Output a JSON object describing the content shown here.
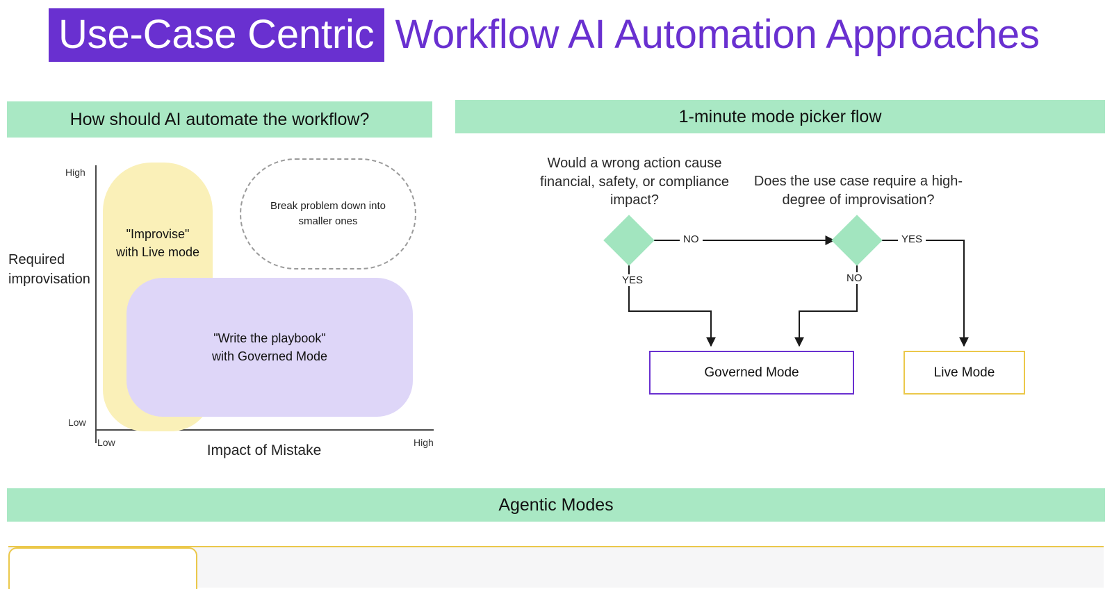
{
  "title": {
    "highlight": "Use-Case Centric",
    "rest": "Workflow AI Automation Approaches",
    "highlight_bg": "#6930D0",
    "text_color": "#6930D0"
  },
  "sections": {
    "left_header": "How should AI automate the workflow?",
    "right_header": "1-minute mode picker flow",
    "bottom_header": "Agentic Modes",
    "band_color": "#A9E8C4"
  },
  "quadrant": {
    "y_axis_label": "Required\nimprovisation",
    "x_axis_label": "Impact of Mistake",
    "y_ticks": {
      "high": "High",
      "low": "Low"
    },
    "x_ticks": {
      "low": "Low",
      "high": "High"
    },
    "blobs": {
      "improvise": {
        "text": "\"Improvise\"\nwith Live mode",
        "color": "#FAF0B8"
      },
      "playbook": {
        "text": "\"Write the playbook\"\nwith Governed Mode",
        "color": "#DED6F8"
      },
      "breakdown": {
        "text": "Break problem down into smaller ones",
        "color": "#9a9a9a"
      }
    }
  },
  "flow": {
    "question_1": "Would a wrong action cause financial, safety, or compliance impact?",
    "question_2": "Does the use case require a high-degree of improvisation?",
    "edges": {
      "no_1": "NO",
      "yes_1": "YES",
      "yes_2": "YES",
      "no_2": "NO"
    },
    "outcomes": {
      "governed": {
        "label": "Governed Mode",
        "border": "#6930D0"
      },
      "live": {
        "label": "Live Mode",
        "border": "#EBC84A"
      }
    },
    "diamond_color": "#A2E5BF"
  },
  "chart_data": {
    "type": "scatter",
    "title": "How should AI automate the workflow?",
    "xlabel": "Impact of Mistake",
    "ylabel": "Required improvisation",
    "xticks": [
      "Low",
      "High"
    ],
    "yticks": [
      "Low",
      "High"
    ],
    "xlim": [
      0,
      1
    ],
    "ylim": [
      0,
      1
    ],
    "grid": false,
    "legend": "none",
    "regions": [
      {
        "name": "\"Improvise\" with Live mode",
        "x_range": [
          0.02,
          0.36
        ],
        "y_range": [
          0.0,
          1.0
        ],
        "fill": "#FAF0B8"
      },
      {
        "name": "\"Write the playbook\" with Governed Mode",
        "x_range": [
          0.1,
          1.0
        ],
        "y_range": [
          0.05,
          0.55
        ],
        "fill": "#DED6F8"
      },
      {
        "name": "Break problem down into smaller ones",
        "x_range": [
          0.44,
          0.98
        ],
        "y_range": [
          0.6,
          1.0
        ],
        "fill": "none",
        "stroke": "#9a9a9a",
        "stroke_style": "dashed"
      }
    ]
  }
}
